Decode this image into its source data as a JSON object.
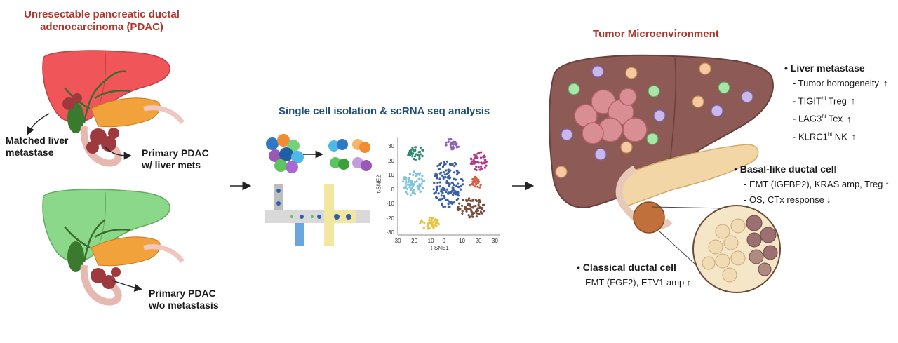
{
  "left": {
    "title_line1": "Unresectable pancreatic ductal",
    "title_line2": "adenocarcinoma (PDAC)",
    "matched_line1": "Matched liver",
    "matched_line2": "metastase",
    "primary_mets_line1": "Primary PDAC",
    "primary_mets_line2": "w/ liver mets",
    "primary_nomets_line1": "Primary PDAC",
    "primary_nomets_line2": "w/o metastasis",
    "colors": {
      "liver_red": "#f0555a",
      "liver_green": "#8bd88a",
      "pancreas": "#f2a23a",
      "tumor": "#9e3a3e"
    }
  },
  "middle": {
    "title": "Single cell isolation & scRNA seq analysis",
    "tsne": {
      "xlabel": "t-SNE1",
      "ylabel": "t-SNE2",
      "xticks": [
        "-30",
        "-20",
        "-10",
        "0",
        "10",
        "20",
        "30"
      ],
      "yticks": [
        "30",
        "20",
        "10",
        "0",
        "-10",
        "-20",
        "-30"
      ]
    }
  },
  "right": {
    "title": "Tumor Microenvironment",
    "liver": {
      "header": "Liver metastase",
      "items": [
        {
          "pre": "- Tumor homogeneity",
          "sup": "",
          "post": "",
          "arrow": "↑"
        },
        {
          "pre": "- TIGIT",
          "sup": "hi",
          "post": " Treg",
          "arrow": "↑"
        },
        {
          "pre": "- LAG3",
          "sup": "hi",
          "post": " Tex",
          "arrow": "↑"
        },
        {
          "pre": "- KLRC1",
          "sup": "hi",
          "post": " NK",
          "arrow": "↑"
        }
      ]
    },
    "basal": {
      "header_bold": "Basal-like ductal cel",
      "header_rest": "l",
      "items": [
        {
          "text": "- EMT (IGFBP2), KRAS amp, Treg",
          "arrow": "↑"
        },
        {
          "text": "- OS, CTx response",
          "arrow": "↓"
        }
      ]
    },
    "classical": {
      "header": "Classical ductal cell",
      "items": [
        {
          "text": "- EMT (FGF2), ETV1 amp",
          "arrow": "↑"
        }
      ]
    },
    "colors": {
      "liver": "#8d5a55",
      "tumor": "#c07a80",
      "pancreas": "#f2d6a6"
    }
  }
}
